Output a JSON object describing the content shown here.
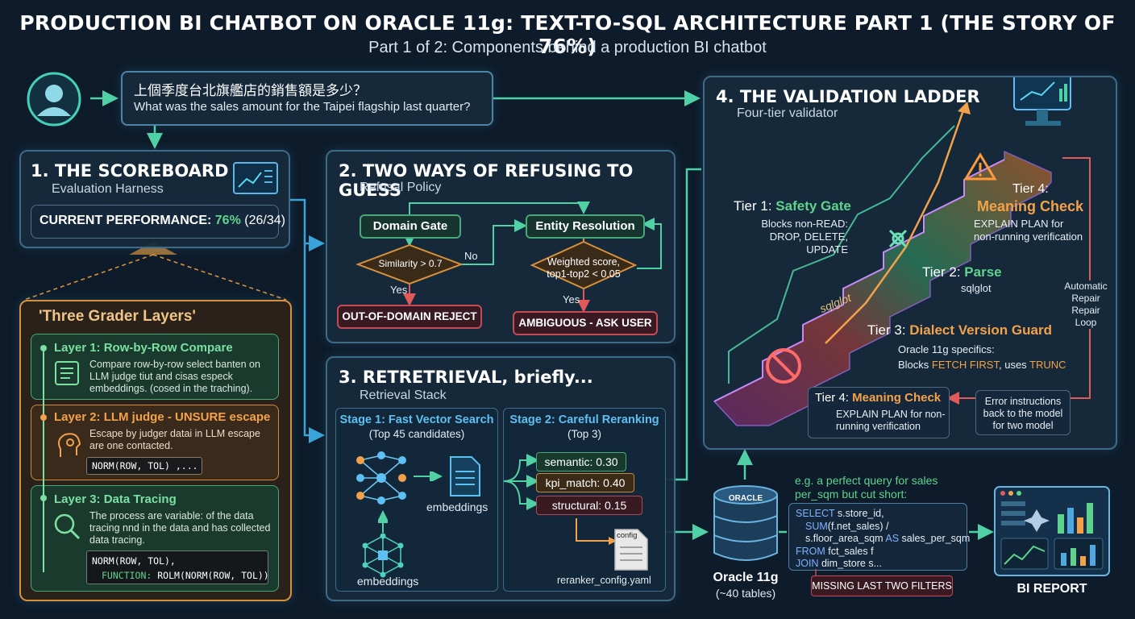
{
  "header": {
    "title": "PRODUCTION BI CHATBOT ON ORACLE 11g: TEXT-TO-SQL ARCHITECTURE PART 1 (THE STORY OF 76%)",
    "subtitle": "Part 1 of 2: Components behind a production BI chatbot"
  },
  "question": {
    "zh": "上個季度台北旗艦店的銷售額是多少？",
    "en": "What was the sales amount for the Taipei flagship last quarter?"
  },
  "scoreboard": {
    "title": "1. THE SCOREBOARD",
    "subtitle": "Evaluation Harness",
    "perf_label": "CURRENT PERFORMANCE:",
    "perf_value": "76%",
    "perf_count": "(26/34)"
  },
  "grader": {
    "title": "'Three Grader Layers'",
    "layer1_title": "Layer 1: Row-by-Row Compare",
    "layer1_text": "Compare row-by-row select banten on LLM judge tiut and cisas especk embeddings. (cosed in the traching).",
    "layer2_title": "Layer 2: LLM judge - UNSURE escape",
    "layer2_text": "Escape by judger datai in LLM escape are one contacted.",
    "layer2_code": "NORM(ROW, TOL) ,...",
    "layer3_title": "Layer 3: Data Tracing",
    "layer3_text": "The process are variable: of the data tracing nnd in the data and has collected data tracing.",
    "layer3_code1": "NORM(ROW, TOL),",
    "layer3_code2a": "FUNCTION:",
    "layer3_code2b": "ROLM(NORM(ROW, TOL))"
  },
  "refusal": {
    "title": "2. TWO WAYS OF REFUSING TO GUESS",
    "subtitle": "Refusal Policy",
    "domain_gate": "Domain Gate",
    "similarity": "Similarity > 0.7",
    "no_label": "No",
    "yes_label1": "Yes",
    "reject": "OUT-OF-DOMAIN REJECT",
    "entity": "Entity Resolution",
    "weighted1": "Weighted score,",
    "weighted2": "top1-top2 < 0.05",
    "yes_label2": "Yes",
    "ambiguous": "AMBIGUOUS - ASK USER"
  },
  "retrieval": {
    "title": "3. RETRETRIEVAL, briefly...",
    "subtitle": "Retrieval Stack",
    "stage1_title": "Stage 1: Fast Vector Search",
    "stage1_sub": "(Top 45 candidates)",
    "embeddings1": "embeddings",
    "embeddings2": "embeddings",
    "stage2_title": "Stage 2: Careful Reranking",
    "stage2_sub": "(Top 3)",
    "semantic": "semantic: 0.30",
    "kpi": "kpi_match: 0.40",
    "structural": "structural: 0.15",
    "config_icon_label": "config",
    "config_file": "reranker_config.yaml"
  },
  "ladder": {
    "title": "4. THE VALIDATION LADDER",
    "subtitle": "Four-tier validator",
    "tier1_label": "Tier 1:",
    "tier1_name": "Safety Gate",
    "tier1_desc1": "Blocks non-READ:",
    "tier1_desc2": "DROP, DELETE, UPDATE",
    "tier2_label": "Tier 2:",
    "tier2_name": "Parse",
    "tier2_desc": "sqlglot",
    "tier3_label": "Tier 3:",
    "tier3_name": "Dialect Version Guard",
    "tier3_desc1": "Oracle 11g specifics:",
    "tier3_desc2a": "Blocks",
    "tier3_desc2b": "FETCH FIRST",
    "tier3_desc2c": ", uses",
    "tier3_desc2d": "TRUNC",
    "tier4_label": "Tier 4:",
    "tier4_name": "Meaning Check",
    "tier4_desc1": "EXPLAIN PLAN for",
    "tier4_desc2": "non-running verification",
    "step_text": "sqlglot",
    "repair1": "Automatic",
    "repair2": "Repair",
    "repair3": "Repair",
    "repair4": "Loop",
    "box_label": "Tier 4:",
    "box_name": "Meaning Check",
    "box_desc1": "EXPLAIN PLAN for non-",
    "box_desc2": "running verification",
    "error1": "Error instructions",
    "error2": "back to the model",
    "error3": "for two model"
  },
  "oracle": {
    "logo": "ORACLE",
    "name": "Oracle 11g",
    "tables": "(~40 tables)"
  },
  "sql": {
    "caption1": "e.g. a perfect query for sales",
    "caption2": "per_sqm but cut short:",
    "l1a": "SELECT",
    "l1b": " s.store_id,",
    "l2a": "SUM",
    "l2b": "(f.net_sales) /",
    "l3a": "s.floor_area_sqm ",
    "l3b": "AS",
    "l3c": " sales_per_sqm",
    "l4a": "FROM",
    "l4b": " fct_sales f",
    "l5a": "JOIN",
    "l5b": " dim_store s...",
    "missing": "MISSING LAST TWO FILTERS"
  },
  "report": {
    "label": "BI REPORT"
  },
  "colors": {
    "accent_green": "#5fd38e",
    "accent_orange": "#f3a24a",
    "reject_red": "#c24b55",
    "panel_border": "#3f6b86"
  }
}
